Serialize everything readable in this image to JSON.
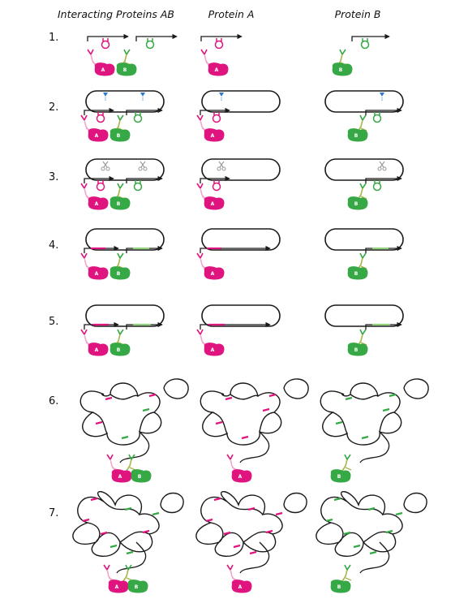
{
  "headers": {
    "col1": "Interacting Proteins AB",
    "col2": "Protein A",
    "col3": "Protein B"
  },
  "steps": [
    "1.",
    "2.",
    "3.",
    "4.",
    "5.",
    "6.",
    "7."
  ],
  "protein_labels": {
    "a": "A",
    "b": "B"
  },
  "colors": {
    "magenta": "#e0147e",
    "pink_light": "#f4a6cc",
    "green": "#36a845",
    "green_light": "#8fd27b",
    "olive": "#a8b64a",
    "blue_marker": "#2b7bd0",
    "scissor": "#9a9a9a",
    "line": "#1a1a1a"
  }
}
